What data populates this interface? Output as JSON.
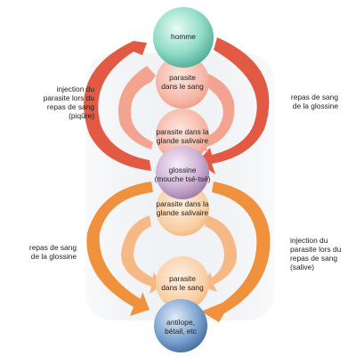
{
  "colors": {
    "red_arrow": "#e4573f",
    "red_arrow_light": "#f3b0a0",
    "orange_arrow": "#f29540",
    "orange_arrow_light": "#f8c79c",
    "human_sphere": "#7fd1bd",
    "glossina_sphere": "#c9a6cf",
    "antelope_sphere": "#6e98c9",
    "pink_circle": "#f19a86",
    "peach_circle": "#f6c290"
  },
  "nodes": {
    "human": {
      "lines": [
        "homme"
      ]
    },
    "parasite_blood_top": {
      "lines": [
        "parasite",
        "dans le sang"
      ]
    },
    "parasite_gland_top": {
      "lines": [
        "parasite dans la",
        "glande salivaire"
      ]
    },
    "glossina": {
      "lines": [
        "glossine",
        "(mouche tsé-tsé)"
      ]
    },
    "parasite_gland_bottom": {
      "lines": [
        "parasite dans la",
        "glande salivaire"
      ]
    },
    "parasite_blood_bottom": {
      "lines": [
        "parasite",
        "dans le sang"
      ]
    },
    "antelope": {
      "lines": [
        "antilope,",
        "bétail, etc"
      ]
    }
  },
  "side_labels": {
    "top_left": {
      "lines": [
        "injection du",
        "parasite lors du",
        "repas de sang",
        "(piqûre)"
      ]
    },
    "top_right": {
      "lines": [
        "repas de sang",
        "de la glossine"
      ]
    },
    "bottom_left": {
      "lines": [
        "repas de sang",
        "de la glossine"
      ]
    },
    "bottom_right": {
      "lines": [
        "injection du",
        "parasite lors du",
        "repas de sang",
        "(salive)"
      ]
    }
  }
}
